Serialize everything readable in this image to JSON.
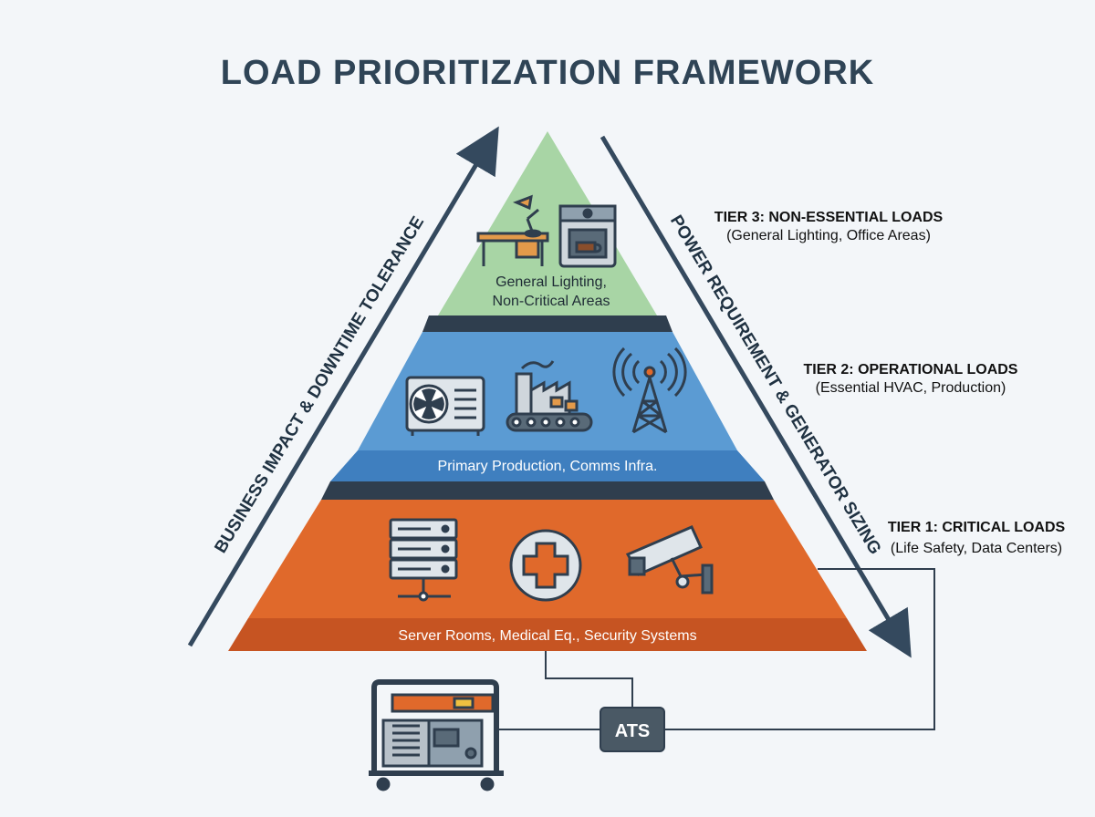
{
  "title": "LOAD PRIORITIZATION FRAMEWORK",
  "left_arrow_label": "BUSINESS IMPACT & DOWNTIME TOLERANCE",
  "right_arrow_label": "POWER REQUIREMENT & GENERATOR SIZING",
  "tiers": [
    {
      "side_title": "TIER 3: NON-ESSENTIAL LOADS",
      "side_subtitle": "(General Lighting, Office Areas)",
      "band_label_line1": "General Lighting,",
      "band_label_line2": "Non-Critical Areas",
      "color": "#a8d5a5",
      "icons": [
        "desk-lamp-icon",
        "coffee-machine-icon"
      ]
    },
    {
      "side_title": "TIER 2: OPERATIONAL LOADS",
      "side_subtitle": "(Essential HVAC, Production)",
      "band_label": "Primary Production, Comms Infra.",
      "color": "#5b9bd3",
      "icons": [
        "hvac-unit-icon",
        "factory-conveyor-icon",
        "radio-tower-icon"
      ]
    },
    {
      "side_title": "TIER 1: CRITICAL LOADS",
      "side_subtitle": "(Life Safety, Data Centers)",
      "band_label": "Server Rooms, Medical Eq., Security Systems",
      "color": "#e0692b",
      "icons": [
        "server-rack-icon",
        "medical-cross-icon",
        "security-camera-icon"
      ]
    }
  ],
  "ats_label": "ATS",
  "generator_icon": "generator-icon",
  "colors": {
    "title": "#2f4456",
    "arrow": "#34495e",
    "tier3": "#a8d5a5",
    "tier2": "#5b9bd3",
    "tier1": "#e0692b",
    "separator": "#2f3e4e"
  }
}
